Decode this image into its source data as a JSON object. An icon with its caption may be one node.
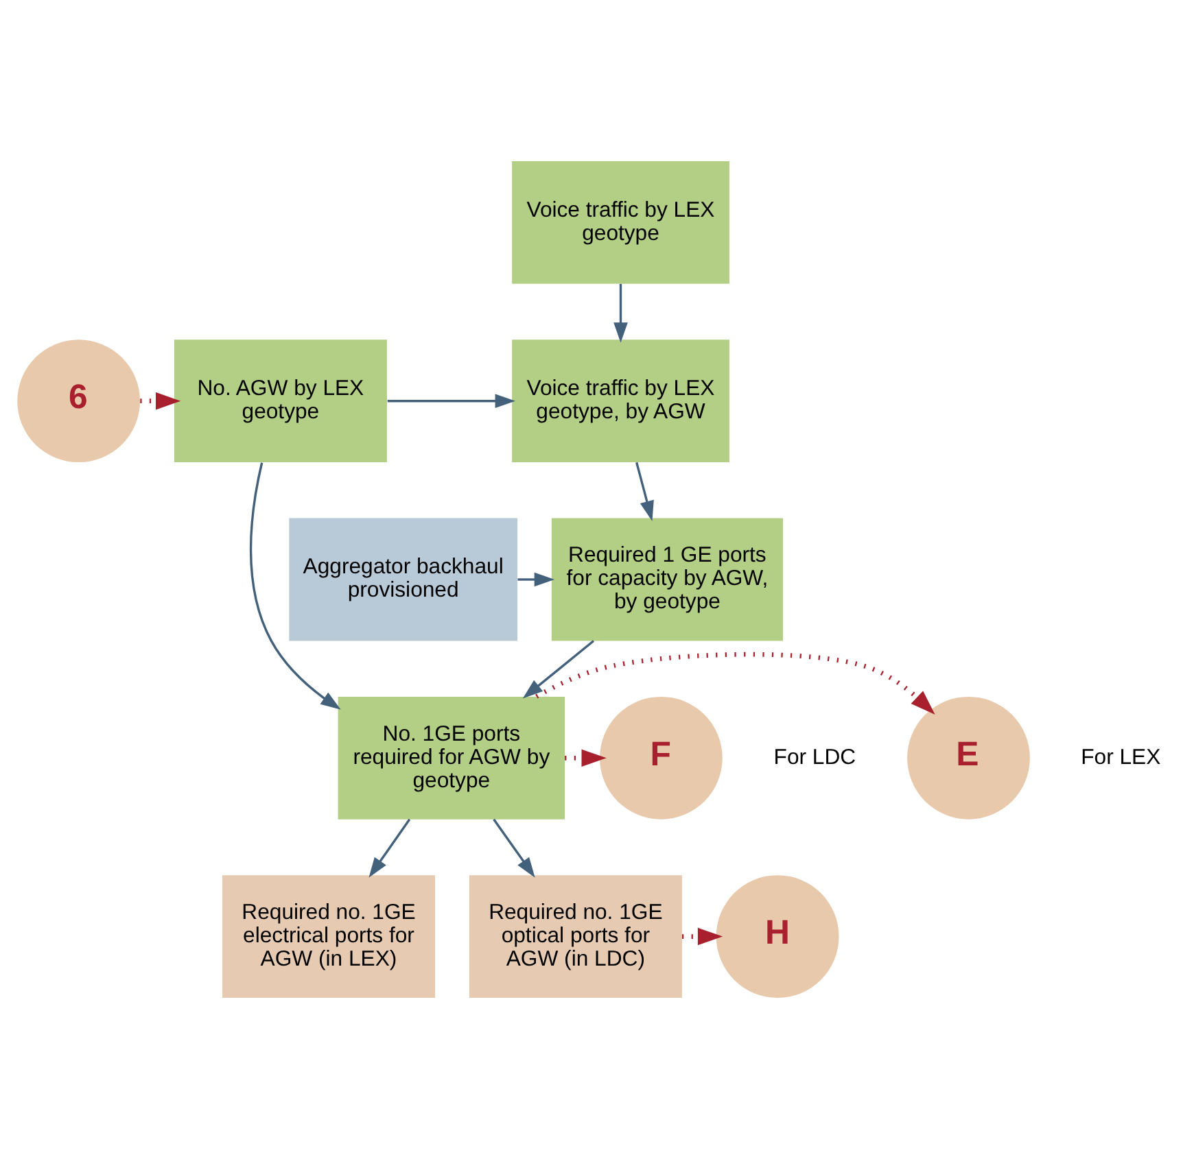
{
  "diagram": {
    "nodes": [
      {
        "text": [
          "6"
        ]
      },
      {
        "text": [
          "No. AGW by LEX geotype"
        ]
      },
      {
        "text": [
          "Voice traffic by LEX geotype"
        ]
      },
      {
        "text": [
          "Voice traffic by LEX geotype, by AGW"
        ]
      },
      {
        "text": [
          "Aggregator backhaul provisioned"
        ]
      },
      {
        "text": [
          "Required 1 GE ports for capacity by AGW, by geotype"
        ]
      },
      {
        "text": [
          "No. 1GE ports required for AGW by geotype"
        ]
      },
      {
        "text": [
          "E"
        ],
        "beside": [
          "For LEX"
        ]
      },
      {
        "text": [
          "F"
        ],
        "beside": [
          "For LDC"
        ]
      },
      {
        "text": [
          "Required no. 1GE electrical ports for AGW (in LEX)"
        ]
      },
      {
        "text": [
          "Required no. 1GE optical ports for AGW (in LDC)"
        ]
      },
      {
        "text": [
          "H"
        ]
      }
    ],
    "edges": [
      {
        "from": 0,
        "to": 1,
        "arrow": "to",
        "style": "dashed",
        "color": "#a8202e"
      },
      {
        "from": 2,
        "to": 3,
        "arrow": "to"
      },
      {
        "from": 1,
        "to": 3,
        "arrow": "to"
      },
      {
        "from": 3,
        "to": 5,
        "arrow": "to"
      },
      {
        "from": 4,
        "to": 5,
        "arrow": "to"
      },
      {
        "from": 5,
        "to": 6,
        "arrow": "to"
      },
      {
        "from": 1,
        "to": 6,
        "arrow": "to"
      },
      {
        "from": 6,
        "to": 7,
        "arrow": "to",
        "style": "dashed",
        "color": "#a8202e"
      },
      {
        "from": 6,
        "to": 8,
        "arrow": "to",
        "style": "dashed",
        "color": "#a8202e"
      },
      {
        "from": 6,
        "to": 9,
        "arrow": "to"
      },
      {
        "from": 6,
        "to": 10,
        "arrow": "to"
      },
      {
        "from": 10,
        "to": 11,
        "arrow": "to",
        "style": "dashed",
        "color": "#a8202e"
      }
    ]
  }
}
